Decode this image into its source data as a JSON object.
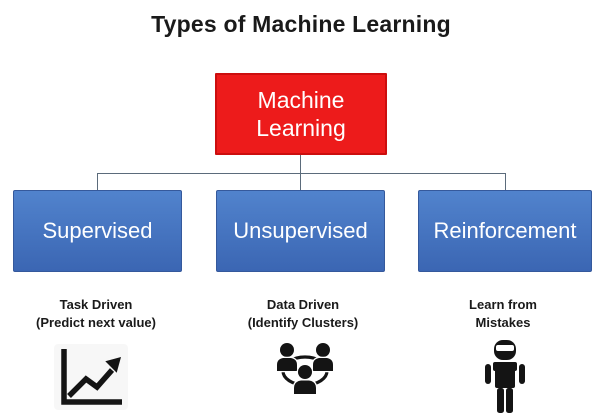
{
  "title": "Types of Machine Learning",
  "colors": {
    "root_fill": "#ED1B1B",
    "root_border": "#CC0E0E",
    "branch_top": "#5183CD",
    "branch_bottom": "#3B66B3",
    "branch_border": "#35599C",
    "connector": "#5B6B7B",
    "icon": "#141414",
    "text": "#1A1A1A"
  },
  "root": {
    "label": "Machine Learning"
  },
  "branches": [
    {
      "label": "Supervised",
      "caption_line1": "Task Driven",
      "caption_line2": "(Predict next value)",
      "icon": "line-chart-icon"
    },
    {
      "label": "Unsupervised",
      "caption_line1": "Data Driven",
      "caption_line2": "(Identify Clusters)",
      "icon": "people-network-icon"
    },
    {
      "label": "Reinforcement",
      "caption_line1": "Learn from",
      "caption_line2": "Mistakes",
      "icon": "robot-icon"
    }
  ]
}
